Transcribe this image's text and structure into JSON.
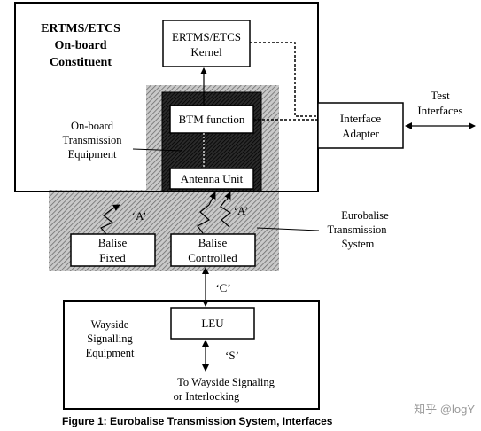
{
  "onboard": {
    "title_lines": [
      "ERTMS/ETCS",
      "On-board",
      "Constituent"
    ]
  },
  "kernel": {
    "lines": [
      "ERTMS/ETCS",
      "Kernel"
    ]
  },
  "btm": {
    "label": "BTM function"
  },
  "antenna": {
    "label": "Antenna Unit"
  },
  "obte": {
    "lines": [
      "On-board",
      "Transmission",
      "Equipment"
    ]
  },
  "interface_adapter": {
    "lines": [
      "Interface",
      "Adapter"
    ]
  },
  "test_interfaces": {
    "lines": [
      "Test",
      "Interfaces"
    ]
  },
  "airgap_label_left": "‘A’",
  "airgap_label_right": "‘A’",
  "balise_fixed": {
    "lines": [
      "Balise",
      "Fixed"
    ]
  },
  "balise_controlled": {
    "lines": [
      "Balise",
      "Controlled"
    ]
  },
  "eurobalise": {
    "lines": [
      "Eurobalise",
      "Transmission",
      "System"
    ]
  },
  "c_label": "‘C’",
  "wayside": {
    "lines": [
      "Wayside",
      "Signalling",
      "Equipment"
    ]
  },
  "leu": {
    "label": "LEU"
  },
  "s_label": "‘S’",
  "to_wayside": {
    "lines": [
      "To Wayside Signaling",
      "or Interlocking"
    ]
  },
  "caption": "Figure 1:  Eurobalise Transmission System, Interfaces",
  "watermark": "知乎 @logY"
}
